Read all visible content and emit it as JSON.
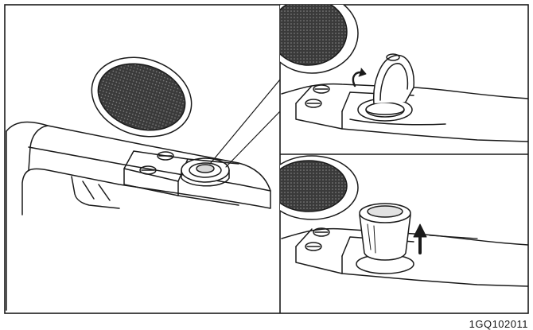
{
  "figure": {
    "caption": "1GQ102011",
    "panels": [
      {
        "id": "overview",
        "description_icon": "door-armrest-with-ashtray"
      },
      {
        "id": "lid-open",
        "description_icon": "ashtray-lid-open"
      },
      {
        "id": "cup-removed",
        "description_icon": "ashtray-cup-lifted"
      }
    ]
  },
  "colors": {
    "line": "#1a1a1a",
    "paper": "#ffffff",
    "speaker": "#2a2a2a"
  }
}
